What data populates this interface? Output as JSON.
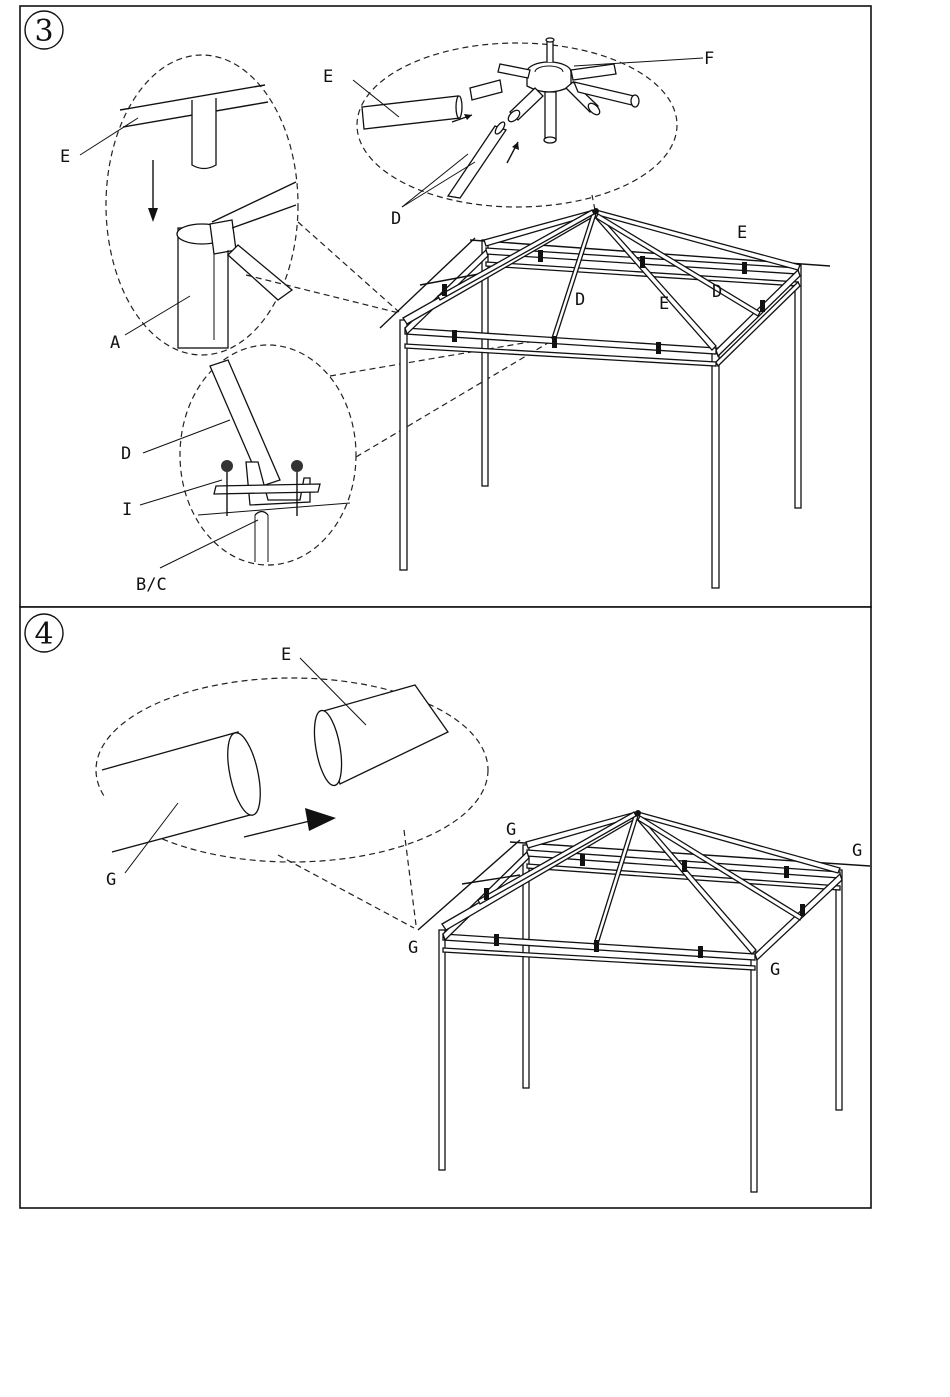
{
  "steps": [
    {
      "number": "3",
      "labels": {
        "e_top": "E",
        "f": "F",
        "e_left": "E",
        "d_upper": "D",
        "e_roof": "E",
        "d_roof_1": "D",
        "e_roof_2": "E",
        "d_roof_2": "D",
        "a": "A",
        "d_lower": "D",
        "i": "I",
        "bc": "B/C"
      }
    },
    {
      "number": "4",
      "labels": {
        "e": "E",
        "g_detail": "G",
        "g_1": "G",
        "g_2": "G",
        "g_3": "G",
        "g_4": "G"
      }
    }
  ]
}
